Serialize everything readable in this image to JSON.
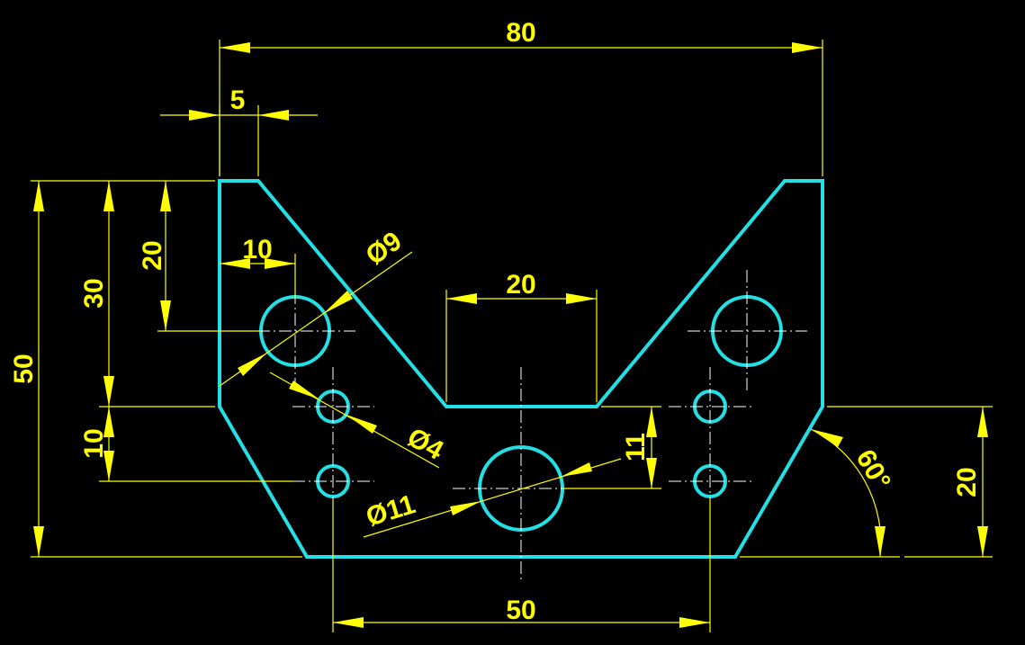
{
  "colors": {
    "background": "#000000",
    "outline": "#22e0e6",
    "dimension": "#ffff00",
    "centerline": "#ffffff"
  },
  "dimensions": {
    "overall_width": "80",
    "top_lip": "5",
    "hole_offset_x": "10",
    "large_hole_dia": "Ø9",
    "slot_width": "20",
    "left_20": "20",
    "left_30": "30",
    "left_50": "50",
    "left_10": "10",
    "small_hole_dia": "Ø4",
    "center_hole_dia": "Ø11",
    "hole_spacing": "11",
    "angle": "60°",
    "right_20": "20",
    "bottom_width": "50"
  }
}
